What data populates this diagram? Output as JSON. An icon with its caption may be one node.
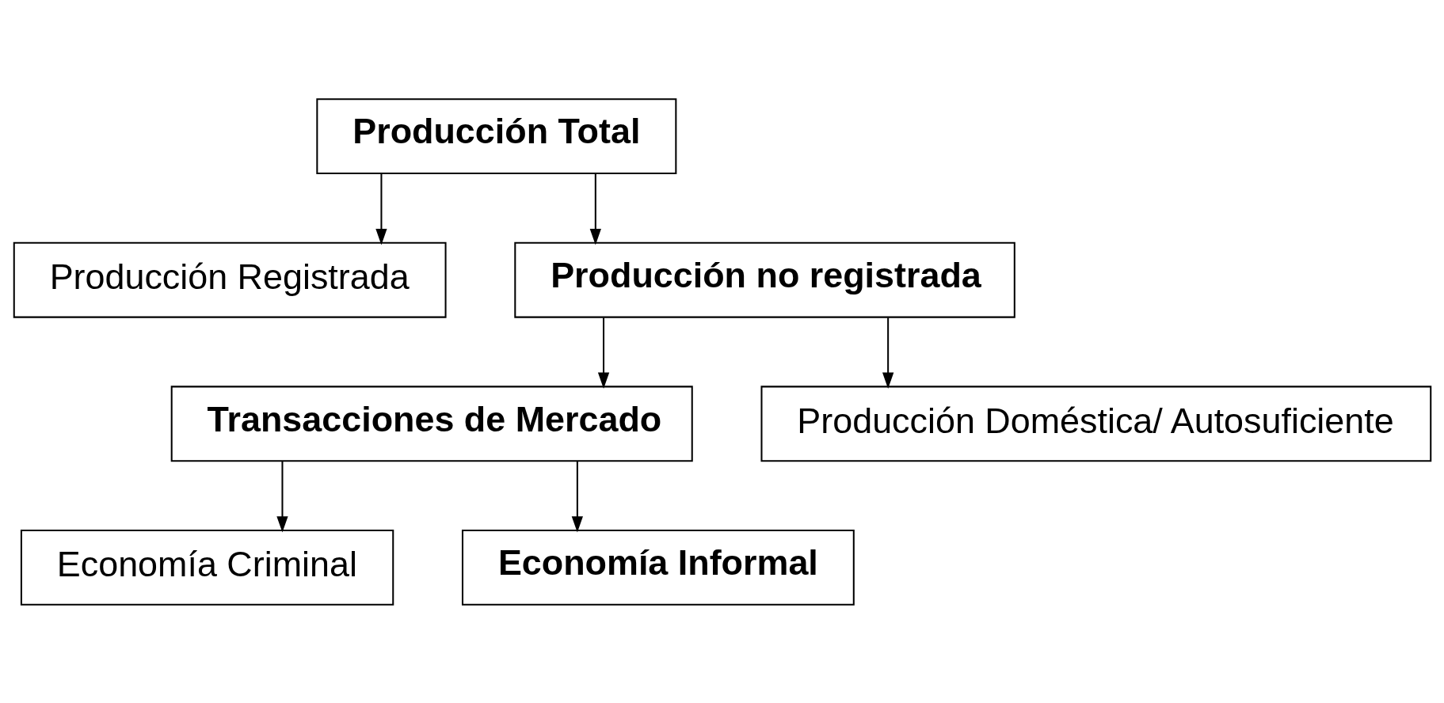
{
  "diagram": {
    "nodes": [
      {
        "text": [
          "Producción Total"
        ]
      },
      {
        "text": [
          "Producción Registrada"
        ]
      },
      {
        "text": [
          "Producción no registrada"
        ]
      },
      {
        "text": [
          "Transacciones de Mercado"
        ]
      },
      {
        "text": [
          "Producción Doméstica/ Autosuficiente"
        ]
      },
      {
        "text": [
          "Economía Criminal"
        ]
      },
      {
        "text": [
          "Economía Informal"
        ]
      }
    ],
    "edges": [
      {
        "from": 0,
        "to": 1,
        "arrow": "to"
      },
      {
        "from": 0,
        "to": 2,
        "arrow": "to"
      },
      {
        "from": 2,
        "to": 3,
        "arrow": "to"
      },
      {
        "from": 2,
        "to": 4,
        "arrow": "to"
      },
      {
        "from": 3,
        "to": 5,
        "arrow": "to"
      },
      {
        "from": 3,
        "to": 6,
        "arrow": "to"
      }
    ]
  }
}
